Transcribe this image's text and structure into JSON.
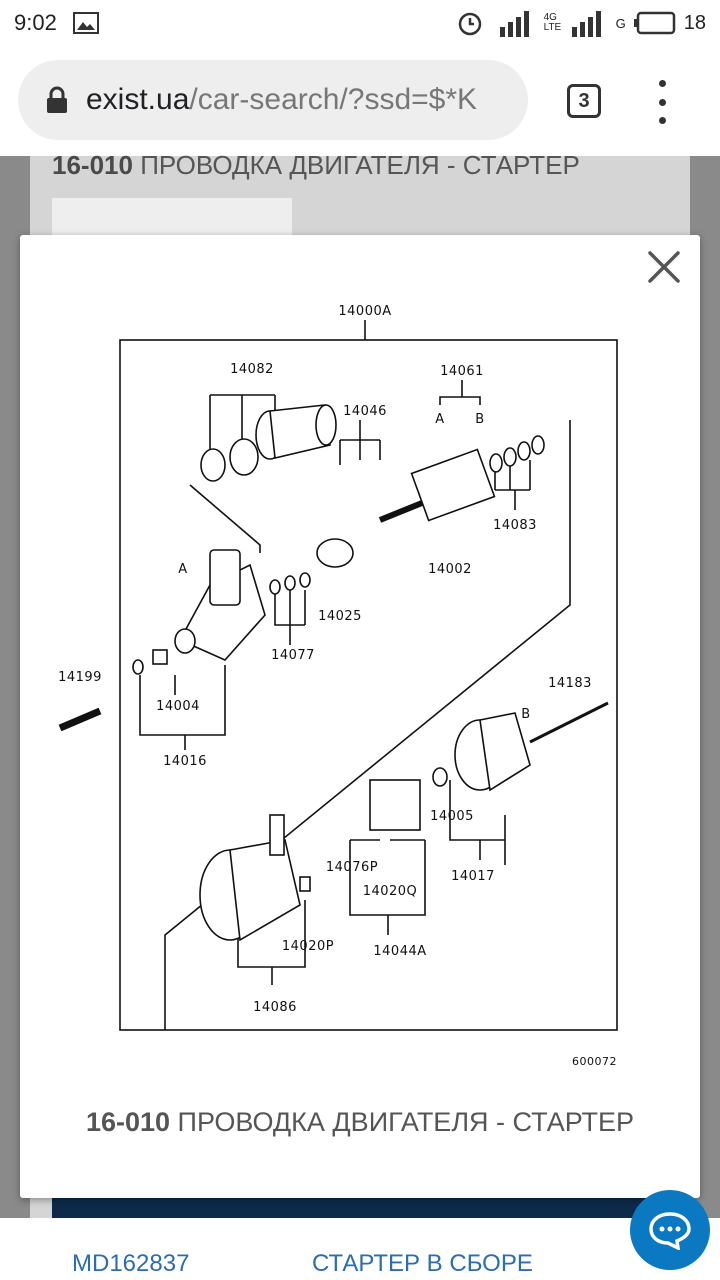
{
  "status_bar": {
    "time": "9:02",
    "network": "4G LTE",
    "carrier_letter": "G",
    "battery": "18",
    "icons": [
      "image-icon",
      "alarm-icon",
      "signal-icon",
      "battery-icon"
    ]
  },
  "browser": {
    "url_domain": "exist.ua",
    "url_path": "/car-search/?ssd=$*K",
    "tab_count": "3"
  },
  "background_page": {
    "title_code": "16-010",
    "title_text": " ПРОВОДКА ДВИГАТЕЛЯ - СТАРТЕР",
    "row_code": "MD162837",
    "row_desc": "СТАРТЕР В СБОРЕ"
  },
  "modal": {
    "caption_code": "16-010",
    "caption_text": " ПРОВОДКА ДВИГАТЕЛЯ - СТАРТЕР",
    "diagram_labels": {
      "assembly": "14000A",
      "p14082": "14082",
      "p14061": "14061",
      "tag_a": "A",
      "tag_b": "B",
      "p14046": "14046",
      "p14083": "14083",
      "p14002": "14002",
      "p14025": "14025",
      "p14077": "14077",
      "p14199": "14199",
      "p14004": "14004",
      "p14016": "14016",
      "p14183": "14183",
      "p14005": "14005",
      "p14017": "14017",
      "p14076p": "14076P",
      "p14020q": "14020Q",
      "p14044a": "14044A",
      "p14020p": "14020P",
      "p14086": "14086",
      "ref": "600072"
    }
  }
}
